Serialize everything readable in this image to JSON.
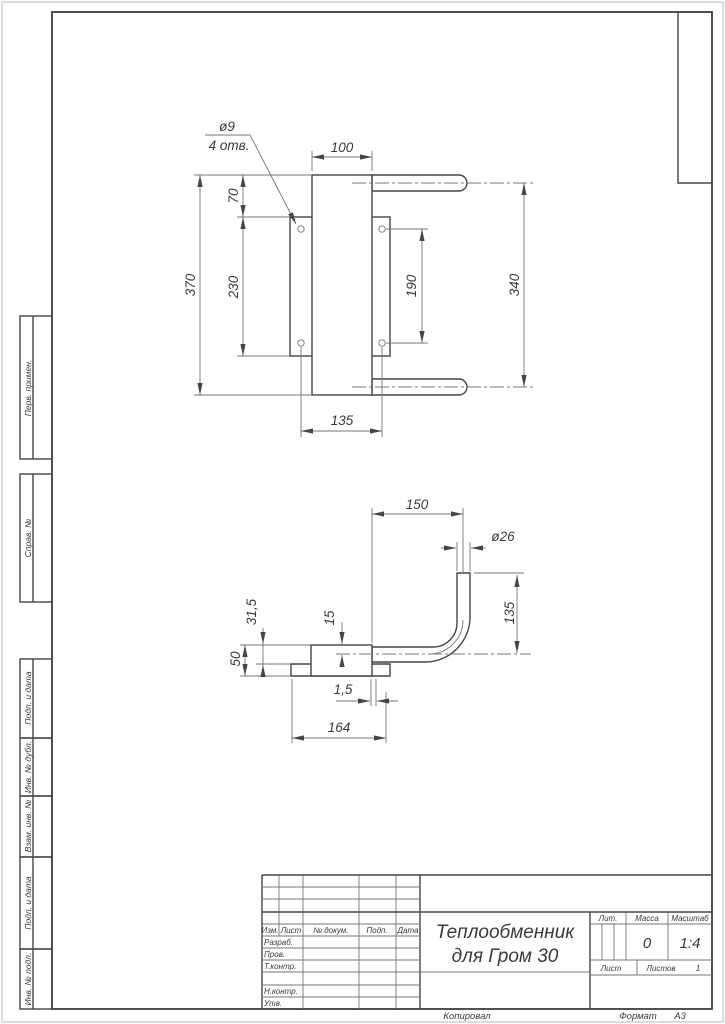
{
  "margin_labels": {
    "perv": "Перв. примен.",
    "sprav": "Справ. №",
    "podp1": "Подп. и дата",
    "inv_dubl": "Инв. № дубл.",
    "vzam": "Взам. инв. №",
    "podp2": "Подп. и дата",
    "inv_podl": "Инв. № подл."
  },
  "top_view": {
    "dim_width": "100",
    "dim_height": "370",
    "dim_top_offset": "70",
    "dim_plate": "230",
    "dim_holes_v": "190",
    "dim_pipes": "340",
    "dim_holes_h": "135",
    "hole_dia": "ø9",
    "hole_count": "4 отв."
  },
  "side_view": {
    "dim_length": "150",
    "dim_pipe_dia": "ø26",
    "dim_offset": "31,5",
    "dim_axis": "15",
    "dim_block": "50",
    "dim_gap": "1,5",
    "dim_plate": "164",
    "dim_height": "135"
  },
  "title_block": {
    "col_izm": "Изм.",
    "col_list": "Лист",
    "col_doc": "№ докум.",
    "col_podp": "Подп.",
    "col_data": "Дата",
    "row_razrab": "Разраб.",
    "row_prov": "Пров.",
    "row_tkontr": "Т.контр.",
    "row_nkontr": "Н.контр.",
    "row_utv": "Утв.",
    "title_line1": "Теплообменник",
    "title_line2": "для Гром 30",
    "lit_label": "Лит.",
    "mass_label": "Масса",
    "scale_label": "Масштаб",
    "mass_value": "0",
    "scale_value": "1:4",
    "sheet_label": "Лист",
    "sheets_label": "Листов",
    "sheets_value": "1"
  },
  "footer": {
    "copied_label": "Копировал",
    "format_label": "Формат",
    "format_value": "А3"
  }
}
